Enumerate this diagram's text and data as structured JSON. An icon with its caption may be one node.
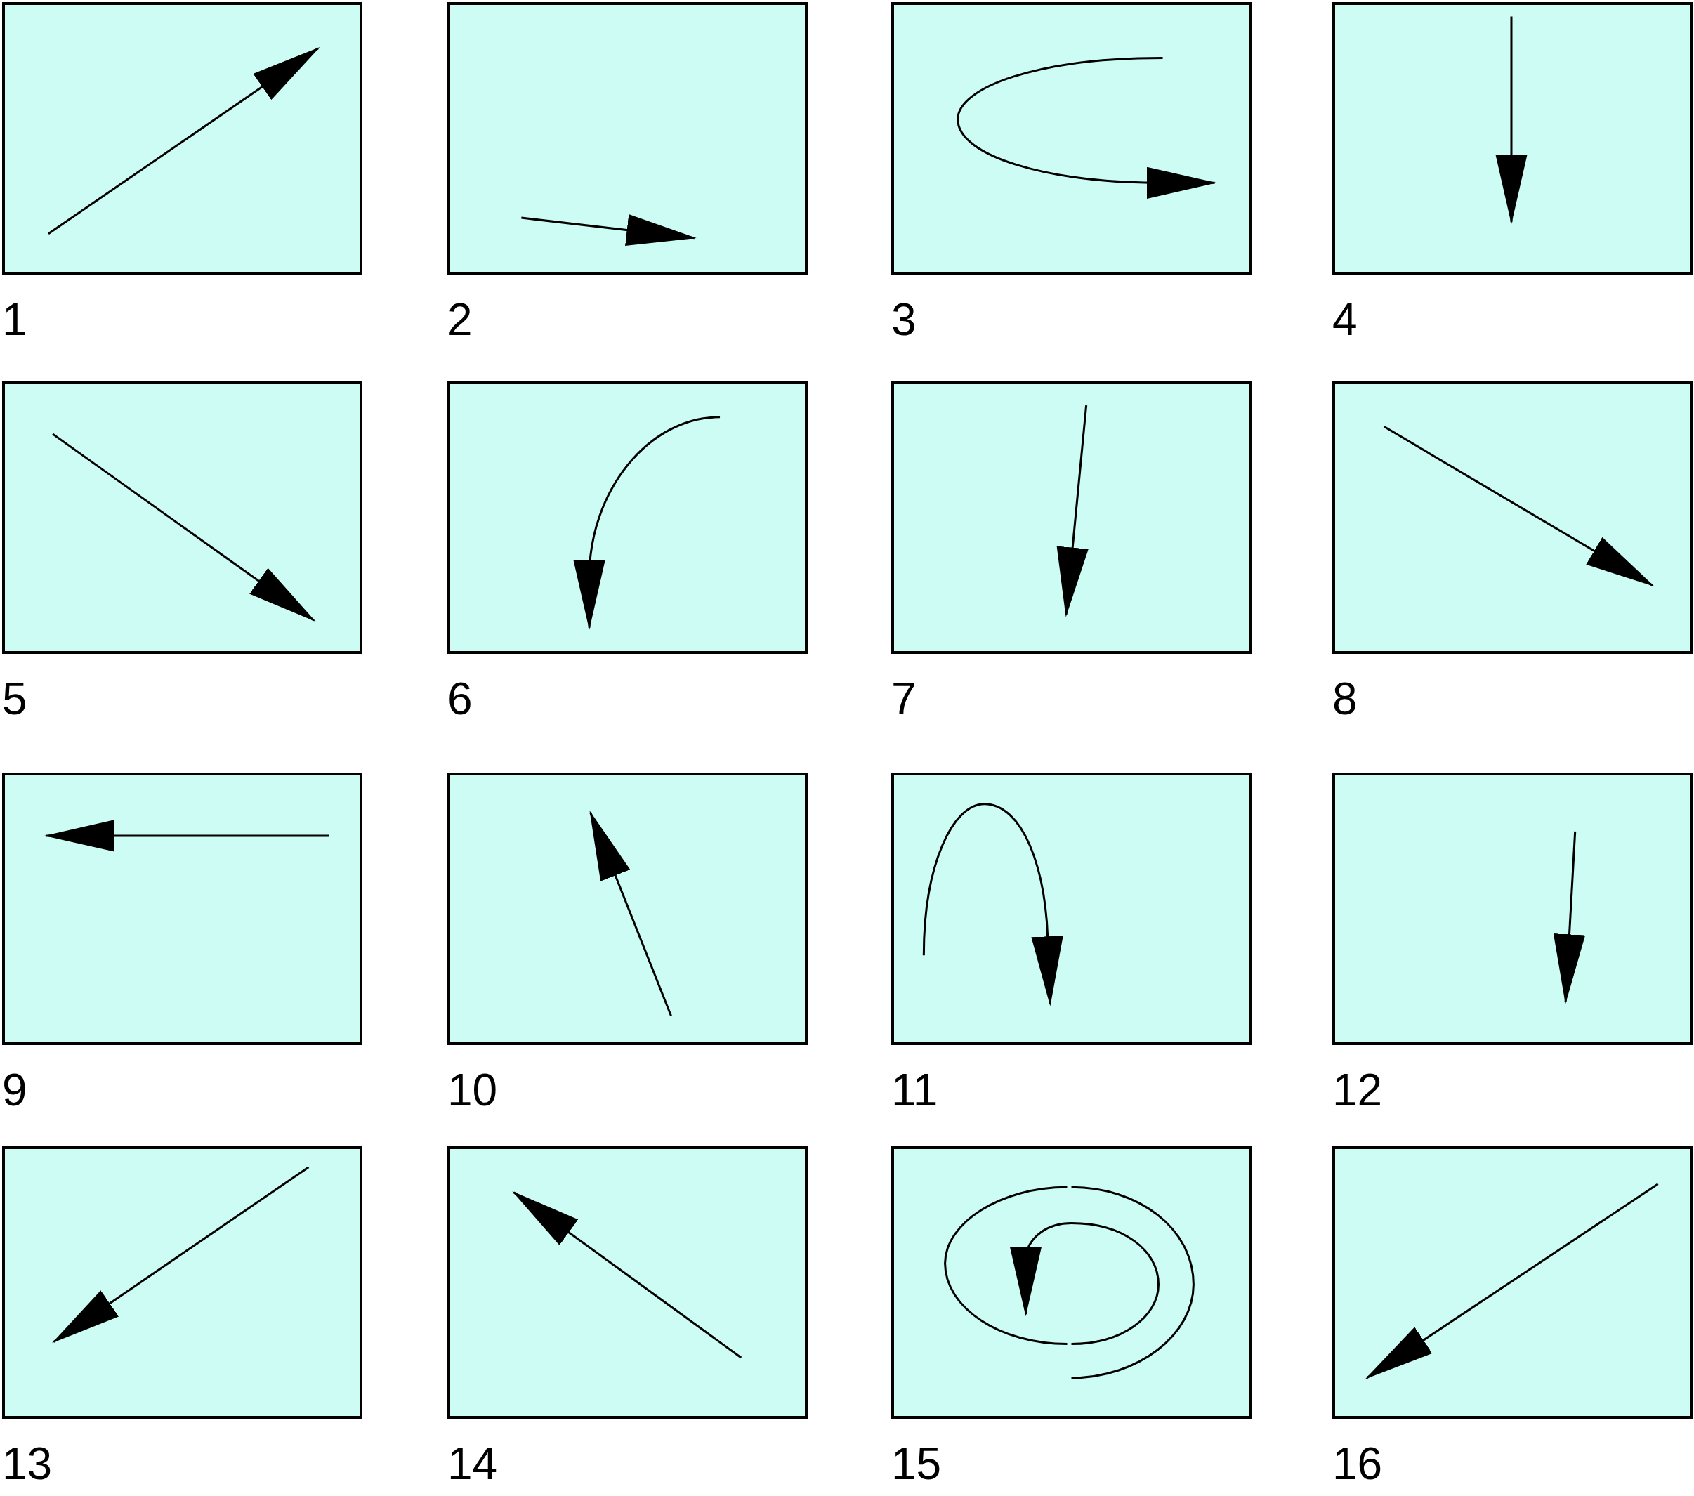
{
  "diagram": {
    "nodes": [
      {
        "text": [],
        "shape": "box",
        "beside": [
          "1"
        ]
      },
      {
        "text": [],
        "shape": "box",
        "beside": [
          "2"
        ]
      },
      {
        "text": [],
        "shape": "box",
        "beside": [
          "3"
        ]
      },
      {
        "text": [],
        "shape": "box",
        "beside": [
          "4"
        ]
      },
      {
        "text": [],
        "shape": "box",
        "beside": [
          "5"
        ]
      },
      {
        "text": [],
        "shape": "box",
        "beside": [
          "6"
        ]
      },
      {
        "text": [],
        "shape": "box",
        "beside": [
          "7"
        ]
      },
      {
        "text": [],
        "shape": "box",
        "beside": [
          "8"
        ]
      },
      {
        "text": [],
        "shape": "box",
        "beside": [
          "9"
        ]
      },
      {
        "text": [],
        "shape": "box",
        "beside": [
          "10"
        ]
      },
      {
        "text": [],
        "shape": "box",
        "beside": [
          "11"
        ]
      },
      {
        "text": [],
        "shape": "box",
        "beside": [
          "12"
        ]
      },
      {
        "text": [],
        "shape": "box",
        "beside": [
          "13"
        ]
      },
      {
        "text": [],
        "shape": "box",
        "beside": [
          "14"
        ]
      },
      {
        "text": [],
        "shape": "box",
        "beside": [
          "15"
        ]
      },
      {
        "text": [],
        "shape": "box",
        "beside": [
          "16"
        ]
      }
    ]
  }
}
